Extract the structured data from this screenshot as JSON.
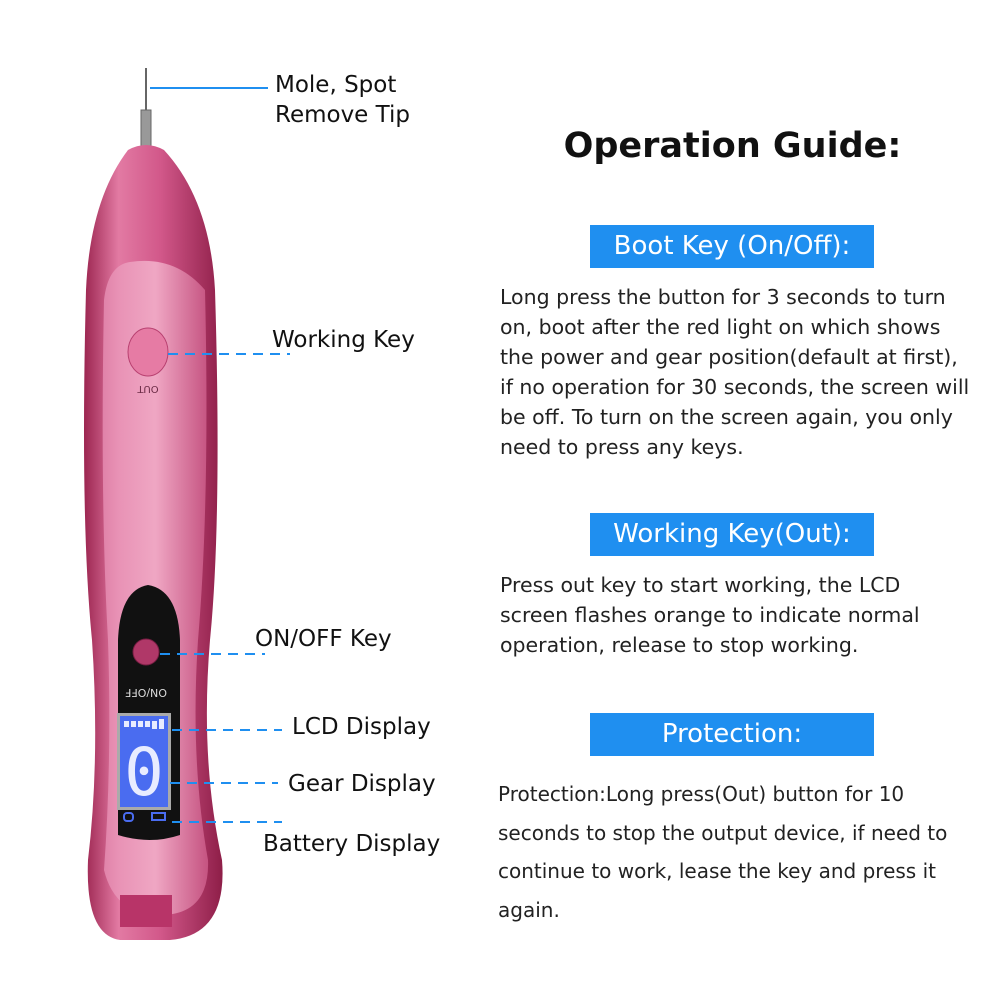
{
  "callouts": {
    "tip": [
      "Mole, Spot",
      "Remove Tip"
    ],
    "working_key": "Working Key",
    "onoff_key": "ON/OFF Key",
    "lcd": "LCD Display",
    "gear": "Gear Display",
    "battery": "Battery Display"
  },
  "device": {
    "out_label": "OUT",
    "onoff_label": "ON/OFF",
    "gear_digit": "0"
  },
  "guide": {
    "title": "Operation Guide:",
    "sections": [
      {
        "heading": "Boot Key (On/Off):",
        "text": "Long press the button for 3 seconds to turn on, boot after the red light on which shows the power and gear position(default at first), if no operation for 30 seconds, the screen will be off. To turn on the screen again, you only need to press any keys."
      },
      {
        "heading": "Working Key(Out):",
        "text": "Press out key to start working, the LCD screen flashes orange to indicate normal operation, release to stop working."
      },
      {
        "heading": "Protection:",
        "text": "Protection:Long press(Out) button for 10 seconds to stop the output device, if need to continue to work, lease the key and press it again."
      }
    ]
  },
  "colors": {
    "accent": "#1f8ff0",
    "pen": "#c9497a",
    "lcd": "#4a6cf0"
  }
}
